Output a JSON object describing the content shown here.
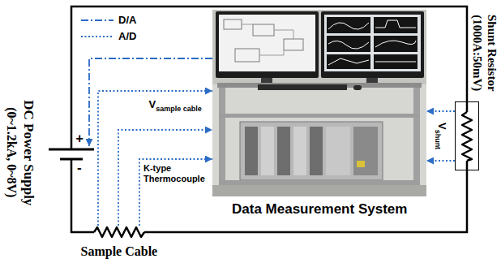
{
  "diagram": {
    "nodes": [
      {
        "text": [
          "DC Power Supply",
          "(0~1.2kA, 0~8V)"
        ]
      },
      {
        "text": [
          "Data Measurement System"
        ]
      },
      {
        "text": [
          "Shunt Resistor",
          "(1000A:50mV)"
        ]
      },
      {
        "text": [
          "Sample Cable"
        ]
      }
    ],
    "edges": [
      {
        "from": 1,
        "to": 0,
        "arrow": "to"
      },
      {
        "from": 3,
        "to": 1,
        "arrow": "to"
      },
      {
        "from": 3,
        "to": 1,
        "arrow": "to"
      },
      {
        "from": 3,
        "to": 1,
        "label": "K-type Thermocouple",
        "arrow": "to"
      },
      {
        "from": 2,
        "to": 1,
        "arrow": "to"
      },
      {
        "from": 2,
        "to": 1,
        "arrow": "to"
      }
    ],
    "labels": [
      "+",
      "-",
      "V",
      "sample cable",
      "V",
      "shunt"
    ],
    "legend": [
      {
        "text": "D/A"
      },
      {
        "text": "A/D"
      }
    ]
  }
}
